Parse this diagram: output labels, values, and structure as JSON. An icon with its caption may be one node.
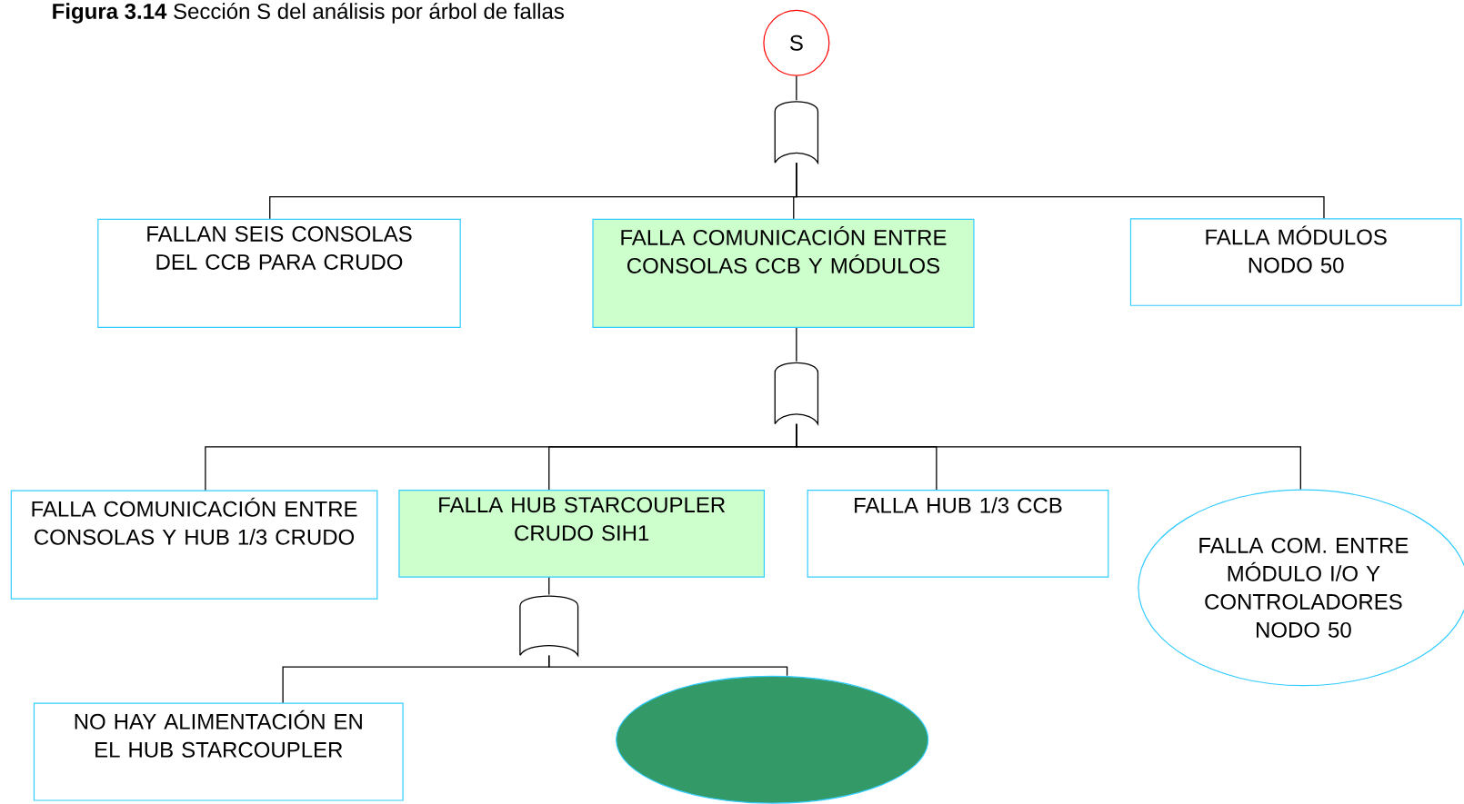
{
  "diagram": {
    "title": "**Figura 3.14** Sección S del análisis por árbol de fallas",
    "nodes": [
      {
        "text": [
          "S"
        ]
      },
      {
        "text": [],
        "shape": "gate"
      },
      {
        "text": [
          "FALLAN SEIS CONSOLAS DEL CCB PARA CRUDO"
        ]
      },
      {
        "text": [
          "FALLA COMUNICACIÓN ENTRE CONSOLAS CCB Y MÓDULOS"
        ]
      },
      {
        "text": [
          "FALLA MÓDULOS NODO 50"
        ]
      },
      {
        "text": [],
        "shape": "gate"
      },
      {
        "text": [
          "FALLA COMUNICACIÓN ENTRE CONSOLAS Y HUB 1/3 CRUDO"
        ]
      },
      {
        "text": [
          "FALLA HUB STARCOUPLER CRUDO SIH1"
        ]
      },
      {
        "text": [
          "FALLA HUB 1/3 CCB"
        ]
      },
      {
        "text": [
          "FALLA COM. ENTRE MÓDULO I/O Y CONTROLADORES NODO 50"
        ]
      },
      {
        "text": [],
        "shape": "gate"
      },
      {
        "text": [
          "NO HAY ALIMENTACIÓN EN EL HUB STARCOUPLER"
        ]
      },
      {
        "text": [],
        "shape": "ellipse"
      }
    ],
    "edges": [
      {
        "from": 0,
        "to": 1,
        "arrow": "none"
      },
      {
        "from": 1,
        "to": 2,
        "arrow": "none"
      },
      {
        "from": 1,
        "to": 3,
        "arrow": "none"
      },
      {
        "from": 1,
        "to": 4,
        "arrow": "none"
      },
      {
        "from": 3,
        "to": 5,
        "arrow": "none"
      },
      {
        "from": 5,
        "to": 6,
        "arrow": "none"
      },
      {
        "from": 5,
        "to": 7,
        "arrow": "none"
      },
      {
        "from": 5,
        "to": 8,
        "arrow": "none"
      },
      {
        "from": 5,
        "to": 9,
        "arrow": "none"
      },
      {
        "from": 7,
        "to": 10,
        "arrow": "none"
      },
      {
        "from": 10,
        "to": 11,
        "arrow": "none"
      },
      {
        "from": 10,
        "to": 12,
        "arrow": "none"
      }
    ]
  }
}
